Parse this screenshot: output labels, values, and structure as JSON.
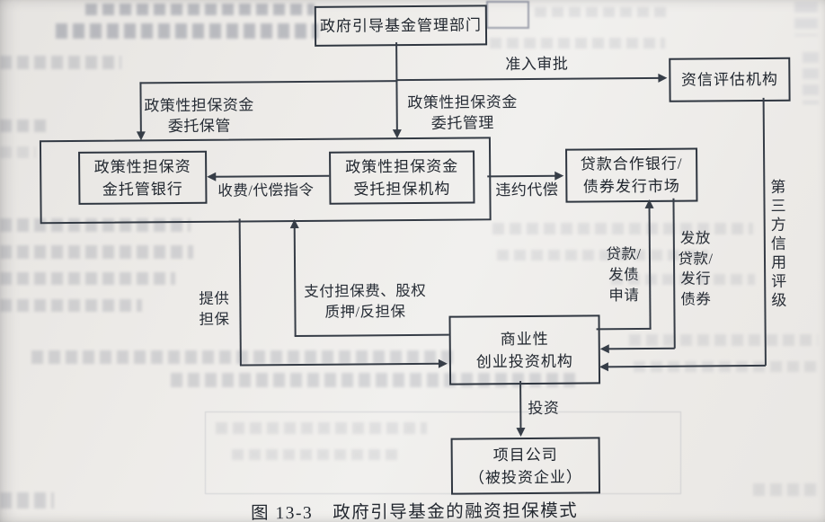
{
  "figure": {
    "caption_prefix": "图 13-3",
    "caption_title": "政府引导基金的融资担保模式"
  },
  "nodes": {
    "government_dept": "政府引导基金管理部门",
    "credit_rating_agency": "资信评估机构",
    "custodian_bank_line1": "政策性担保资",
    "custodian_bank_line2": "金托管银行",
    "trustee_agency_line1": "政策性担保资金",
    "trustee_agency_line2": "受托担保机构",
    "loan_bank_line1": "贷款合作银行/",
    "loan_bank_line2": "债券发行市场",
    "vc_firm_line1": "商业性",
    "vc_firm_line2": "创业投资机构",
    "project_company_line1": "项目公司",
    "project_company_line2": "（被投资企业）"
  },
  "edge_labels": {
    "access_approval": "准入审批",
    "entrust_custody_line1": "政策性担保资金",
    "entrust_custody_line2": "委托保管",
    "entrust_management_line1": "政策性担保资金",
    "entrust_management_line2": "委托管理",
    "fee_compensation_order": "收费/代偿指令",
    "default_compensation": "违约代偿",
    "third_party_credit_rating": "第三方信用评级",
    "loan_bond_application_line1": "贷款/",
    "loan_bond_application_line2": "发债",
    "loan_bond_application_line3": "申请",
    "grant_loans_line1": "发放",
    "grant_loans_line2": "贷款/",
    "grant_loans_line3": "发行",
    "grant_loans_line4": "债券",
    "pay_guarantee_fee_line1": "支付担保费、股权",
    "pay_guarantee_fee_line2": "质押/反担保",
    "provide_guarantee_line1": "提供",
    "provide_guarantee_line2": "担保",
    "investment": "投资"
  }
}
